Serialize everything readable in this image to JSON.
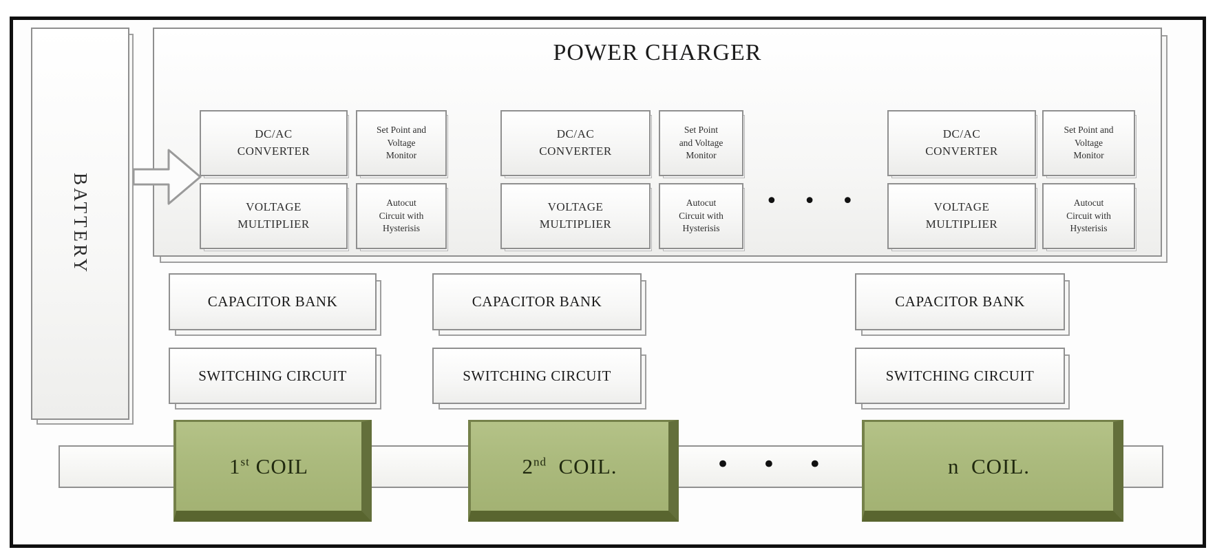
{
  "diagram": {
    "title": "POWER CHARGER",
    "battery_label": "BATTERY",
    "charger_ellipsis": "• • •",
    "coil_ellipsis": "• • •",
    "groups": [
      {
        "converter": "DC/AC\nCONVERTER",
        "monitor": "Set Point and\nVoltage\nMonitor",
        "multiplier": "VOLTAGE\nMULTIPLIER",
        "autocut": "Autocut\nCircuit with\nHysterisis"
      },
      {
        "converter": "DC/AC\nCONVERTER",
        "monitor": "Set Point\nand Voltage\nMonitor",
        "multiplier": "VOLTAGE\nMULTIPLIER",
        "autocut": "Autocut\nCircuit with\nHysterisis"
      },
      {
        "converter": "DC/AC\nCONVERTER",
        "monitor": "Set Point and\nVoltage\nMonitor",
        "multiplier": "VOLTAGE\nMULTIPLIER",
        "autocut": "Autocut\nCircuit with\nHysterisis"
      }
    ],
    "capacitor_banks": [
      "CAPACITOR BANK",
      "CAPACITOR BANK",
      "CAPACITOR BANK"
    ],
    "switching_circuits": [
      "SWITCHING CIRCUIT",
      "SWITCHING CIRCUIT",
      "SWITCHING CIRCUIT"
    ],
    "coils": [
      {
        "num": "1",
        "sup": "st",
        "rest": " COIL"
      },
      {
        "num": "2",
        "sup": "nd",
        "rest": "  COIL."
      },
      {
        "num": "n",
        "sup": "",
        "rest": "  COIL."
      }
    ],
    "colors": {
      "coil_fill": "#abba7d",
      "coil_bevel": "#636f3b",
      "box_border": "#8f8f8f",
      "frame": "#101010",
      "background": "#ffffff"
    }
  }
}
